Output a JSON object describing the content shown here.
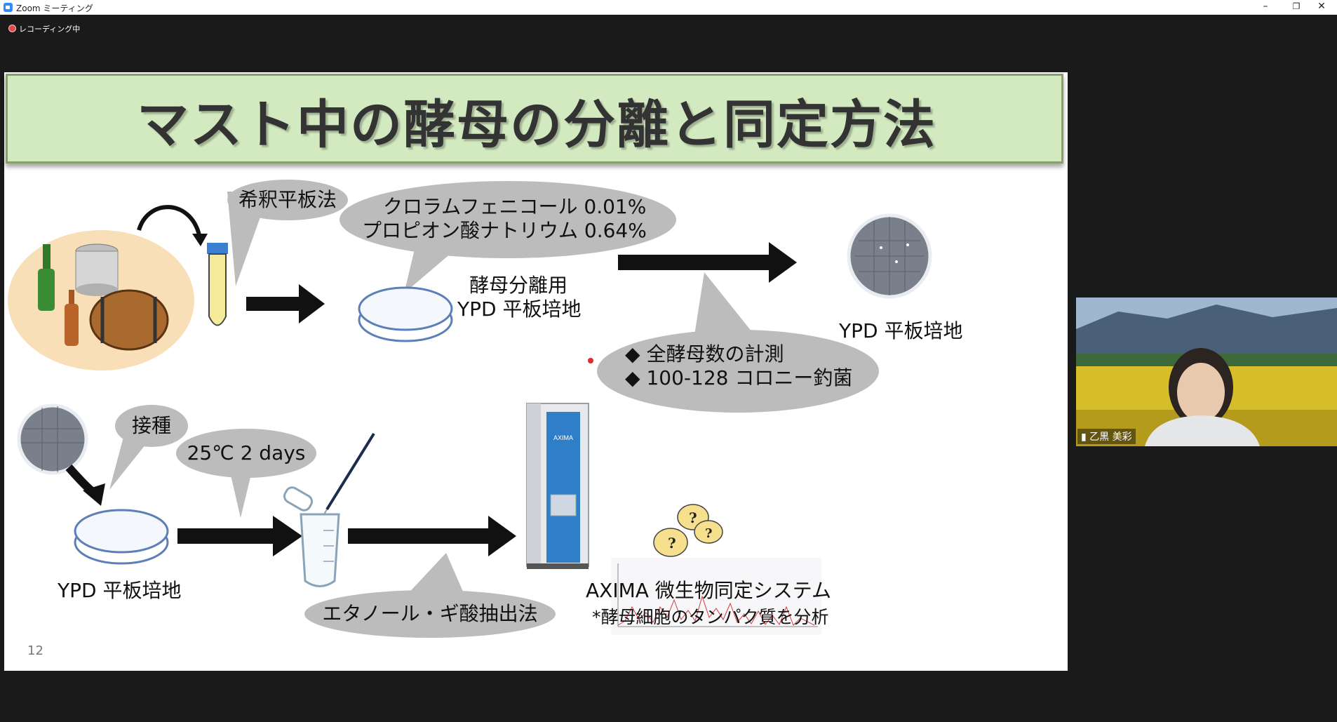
{
  "window": {
    "title": "Zoom ミーティング",
    "controls": [
      "–",
      "❐",
      "✕"
    ]
  },
  "recording": {
    "label": "レコーディング中"
  },
  "slide": {
    "title": "マスト中の酵母の分離と同定方法",
    "page_number": "12",
    "bubbles": {
      "dilution": "希釈平板法",
      "antibiotics_line1": "クロラムフェニコール 0.01%",
      "antibiotics_line2": "プロピオン酸ナトリウム 0.64%",
      "count_line1": "全酵母数の計測",
      "count_line2": "100-128 コロニー釣菌",
      "inoculation": "接種",
      "incubation": "25℃ 2 days",
      "extraction": "エタノール・ギ酸抽出法"
    },
    "labels": {
      "isolation_line1": "酵母分離用",
      "isolation_line2": "YPD 平板培地",
      "plate_result": "YPD 平板培地",
      "plate_bottom": "YPD 平板培地",
      "system": "AXIMA 微生物同定システム",
      "note": "*酵母細胞のタンパク質を分析"
    },
    "instrument_brand": "AXIMA",
    "bullet_glyph": "◆"
  },
  "participant": {
    "name": "乙黒 美彩"
  },
  "colors": {
    "banner_bg": "#d3eac0",
    "bubble": "#bcbcbc",
    "accent_blue": "#2f7fc8"
  }
}
